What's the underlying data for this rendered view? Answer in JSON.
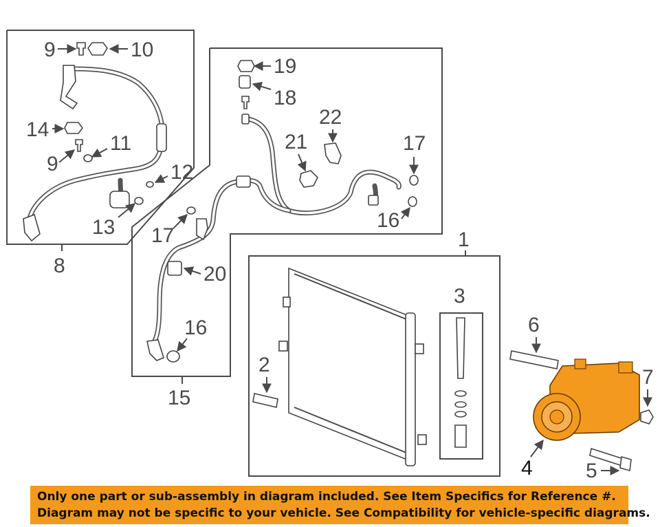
{
  "callouts": {
    "c1": "1",
    "c2": "2",
    "c3": "3",
    "c4": "4",
    "c5": "5",
    "c6": "6",
    "c7": "7",
    "c8": "8",
    "c9a": "9",
    "c9b": "9",
    "c10": "10",
    "c11": "11",
    "c12": "12",
    "c13": "13",
    "c14": "14",
    "c15": "15",
    "c16a": "16",
    "c16b": "16",
    "c17a": "17",
    "c17b": "17",
    "c18": "18",
    "c19": "19",
    "c20": "20",
    "c21": "21",
    "c22": "22"
  },
  "notice": {
    "line1": "Only one part or sub-assembly in diagram included. See Item Specifics for Reference #.",
    "line2": "Diagram may not be specific to your vehicle. See Compatibility for vehicle-specific diagrams."
  },
  "colors": {
    "highlight_part": "#f39a1e",
    "notice_background": "#f39a1e",
    "line_art": "#4a4a4a"
  }
}
